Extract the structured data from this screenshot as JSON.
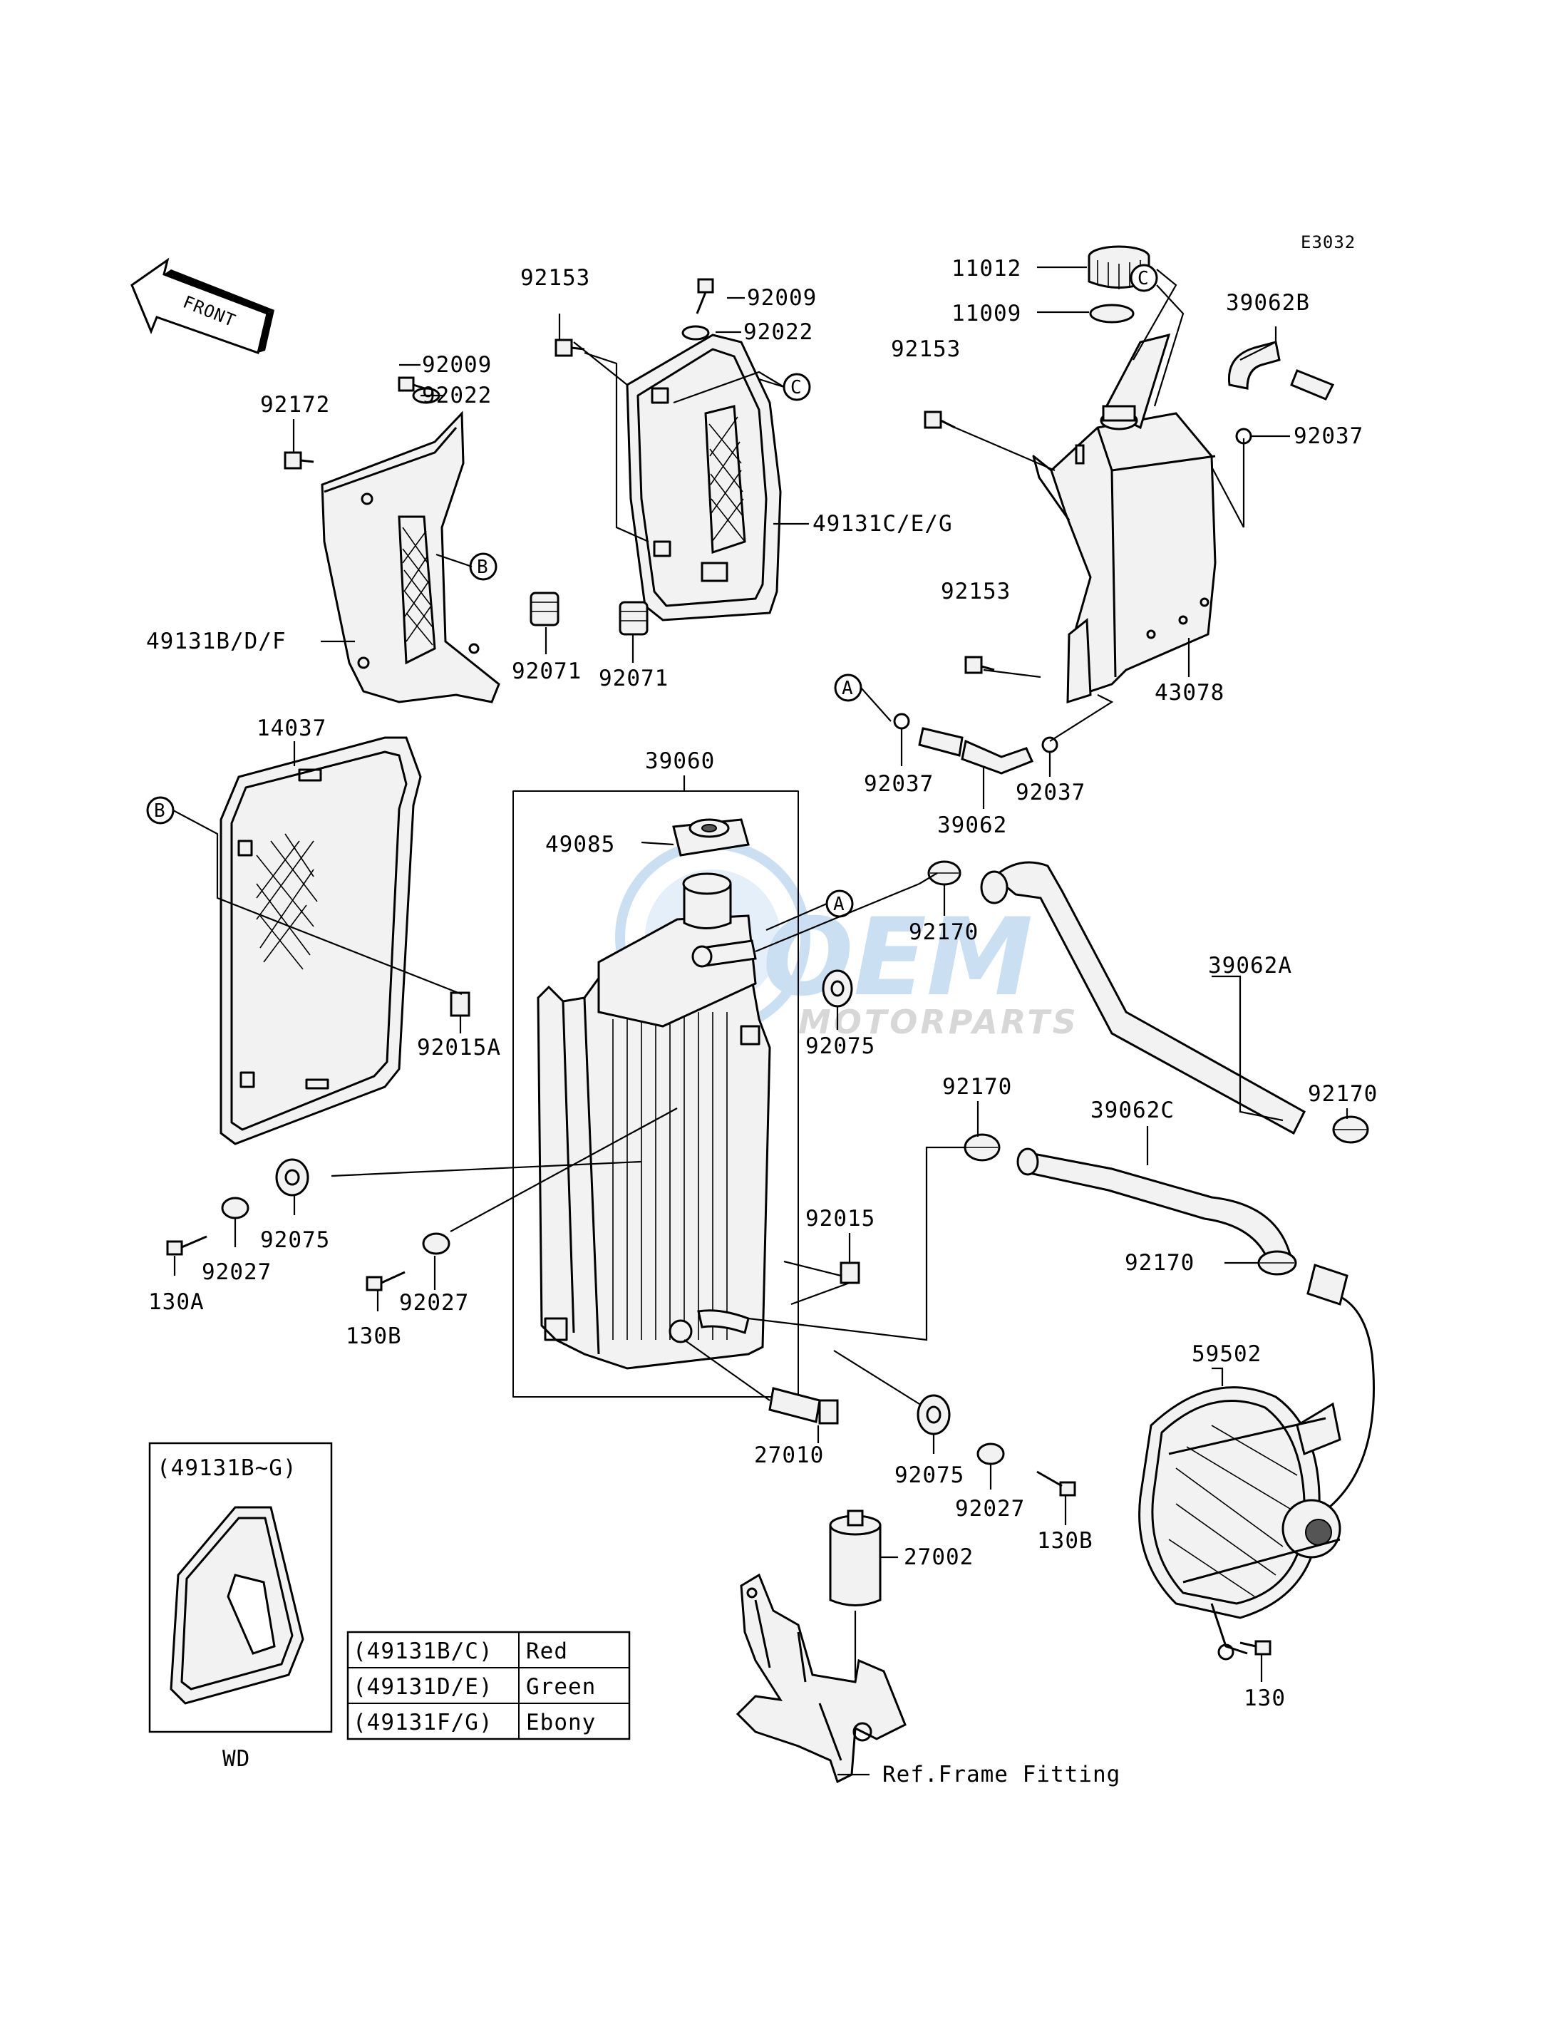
{
  "diagram_code": "E3032",
  "front_label": "FRONT",
  "watermark": {
    "brand": "OEM",
    "sub": "MOTORPARTS",
    "color": "#9fc6e8"
  },
  "callout_letters": {
    "a": "A",
    "b": "B",
    "c": "C"
  },
  "parts": {
    "p11012": "11012",
    "p11009": "11009",
    "p39062B": "39062B",
    "p92037_top": "92037",
    "p92153_a": "92153",
    "p92009_a": "92009",
    "p92022_a": "92022",
    "p92153_b": "92153",
    "p92009_b": "92009",
    "p92022_b": "92022",
    "p92172": "92172",
    "p49131CEG": "49131C/E/G",
    "p49131BDF": "49131B/D/F",
    "p92071_a": "92071",
    "p92071_b": "92071",
    "p92153_c": "92153",
    "p43078": "43078",
    "p14037": "14037",
    "p39060": "39060",
    "p92037_a": "92037",
    "p39062": "39062",
    "p92037_b": "92037",
    "p49085": "49085",
    "p92170_a": "92170",
    "p39062A": "39062A",
    "p92015A": "92015A",
    "p92075_a": "92075",
    "p92170_b": "92170",
    "p92170_c": "92170",
    "p39062C": "39062C",
    "p92015": "92015",
    "p92075_b": "92075",
    "p92027_a": "92027",
    "p130A": "130A",
    "p92027_b": "92027",
    "p130B_a": "130B",
    "p92170_d": "92170",
    "p59502": "59502",
    "p27010": "27010",
    "p92075_c": "92075",
    "p92027_c": "92027",
    "p130B_b": "130B",
    "p27002": "27002",
    "p130": "130",
    "ref_frame": "Ref.Frame Fitting"
  },
  "decal": {
    "header": "(49131B~G)",
    "caption": "WD"
  },
  "color_table": [
    {
      "code": "(49131B/C)",
      "color": "Red"
    },
    {
      "code": "(49131D/E)",
      "color": "Green"
    },
    {
      "code": "(49131F/G)",
      "color": "Ebony"
    }
  ]
}
